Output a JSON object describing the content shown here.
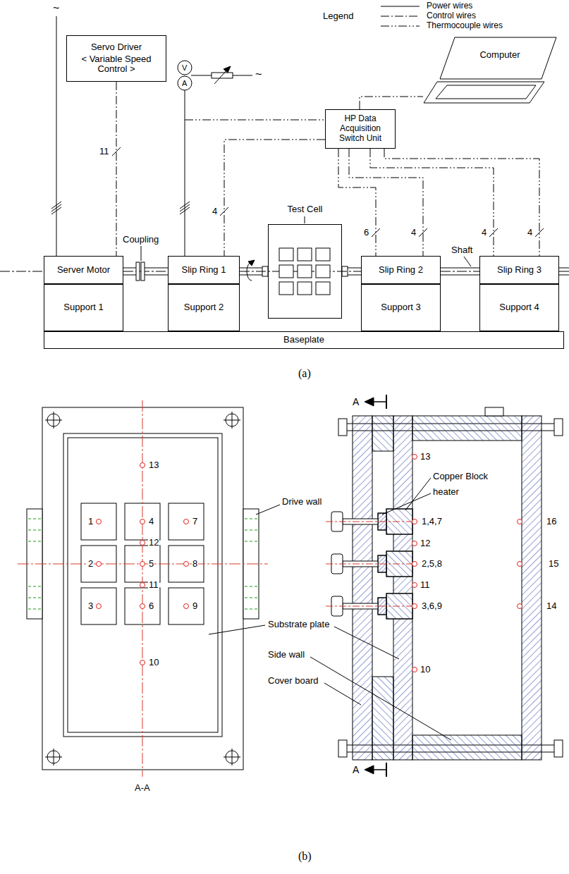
{
  "diagram": {
    "nodes": [
      {
        "text": [
          "Servo Driver",
          "< Variable Speed Control >"
        ]
      },
      {
        "text": [
          "Computer"
        ]
      },
      {
        "text": [
          "HP Data Acquisition Switch Unit"
        ]
      },
      {
        "text": [
          "Server Motor"
        ]
      },
      {
        "text": [
          "Slip Ring 1"
        ]
      },
      {
        "text": [
          "Test Cell"
        ]
      },
      {
        "text": [
          "Slip Ring 2"
        ]
      },
      {
        "text": [
          "Slip Ring 3"
        ]
      },
      {
        "text": [
          "Support 1"
        ]
      },
      {
        "text": [
          "Support 2"
        ]
      },
      {
        "text": [
          "Support 3"
        ]
      },
      {
        "text": [
          "Support 4"
        ]
      },
      {
        "text": [
          "Baseplate"
        ]
      }
    ],
    "edges": [
      {
        "from": 0,
        "to": 3,
        "arrow": "none",
        "label": "11"
      },
      {
        "from": 2,
        "to": 1,
        "arrow": "none"
      },
      {
        "from": 2,
        "to": 4,
        "arrow": "none",
        "label": "4"
      },
      {
        "from": 2,
        "to": 6,
        "arrow": "none",
        "label": "6"
      },
      {
        "from": 2,
        "to": 6,
        "arrow": "none",
        "label": "4"
      },
      {
        "from": 2,
        "to": 7,
        "arrow": "none",
        "label": "4"
      },
      {
        "from": 2,
        "to": 7,
        "arrow": "none",
        "label": "4"
      }
    ],
    "labels": [
      "~",
      "Legend",
      "V",
      "A",
      "~",
      "Coupling",
      "Shaft",
      "(a)",
      "A",
      "13",
      "1",
      "4",
      "7",
      "12",
      "2",
      "5",
      "8",
      "11",
      "3",
      "6",
      "9",
      "10",
      "Drive wall",
      "Copper Block",
      "heater",
      "13",
      "1,4,7",
      "12",
      "2,5,8",
      "11",
      "3,6,9",
      "10",
      "16",
      "15",
      "14",
      "Substrate plate",
      "Side wall",
      "Cover board",
      "A-A",
      "A",
      "(b)"
    ],
    "legend": [
      {
        "text": "Power wires"
      },
      {
        "text": "Control wires"
      },
      {
        "text": "Thermocouple wires"
      }
    ]
  }
}
